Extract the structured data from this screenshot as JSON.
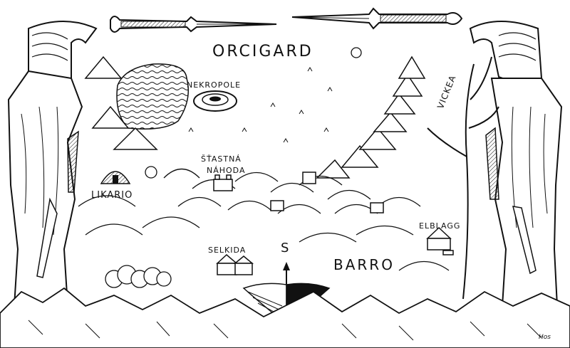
{
  "map": {
    "regions": {
      "orcigard": "ORCIGARD",
      "barro": "BARRO",
      "vickea": "VICKEA"
    },
    "places": {
      "nekropole": "NEKROPOLE",
      "stastna_nahoda_line1": "ŠŤASTNÁ",
      "stastna_nahoda_line2": "NÁHODA",
      "likario": "LIKARIO",
      "selkida": "SELKIDA",
      "elblagg": "ELBLAGG"
    },
    "compass_letter": "S",
    "artist_signature": "Hos"
  },
  "colors": {
    "ink": "#111111",
    "paper": "#ffffff"
  }
}
